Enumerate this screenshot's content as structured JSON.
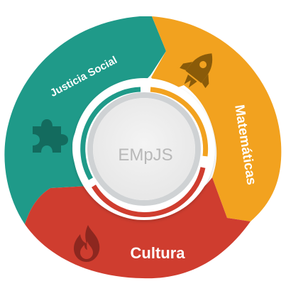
{
  "diagram": {
    "center": {
      "label": "EMpJS"
    },
    "segments": [
      {
        "label": "Justicia Social",
        "icon": "puzzle-piece-icon"
      },
      {
        "label": "Matemáticas",
        "icon": "rocket-icon"
      },
      {
        "label": "Cultura",
        "icon": "flame-icon"
      }
    ]
  },
  "colors": {
    "teal": "#1f9a89",
    "orange": "#f2a21f",
    "red": "#cf3d2f",
    "center_fill": "#ececec",
    "center_text": "#b8b8b8",
    "teal_dark_icon": "#136b5e",
    "orange_dark_icon": "#8a5b09",
    "red_dark_icon": "#8d271f",
    "ring_gray": "#cfd2d4",
    "white": "#ffffff"
  }
}
